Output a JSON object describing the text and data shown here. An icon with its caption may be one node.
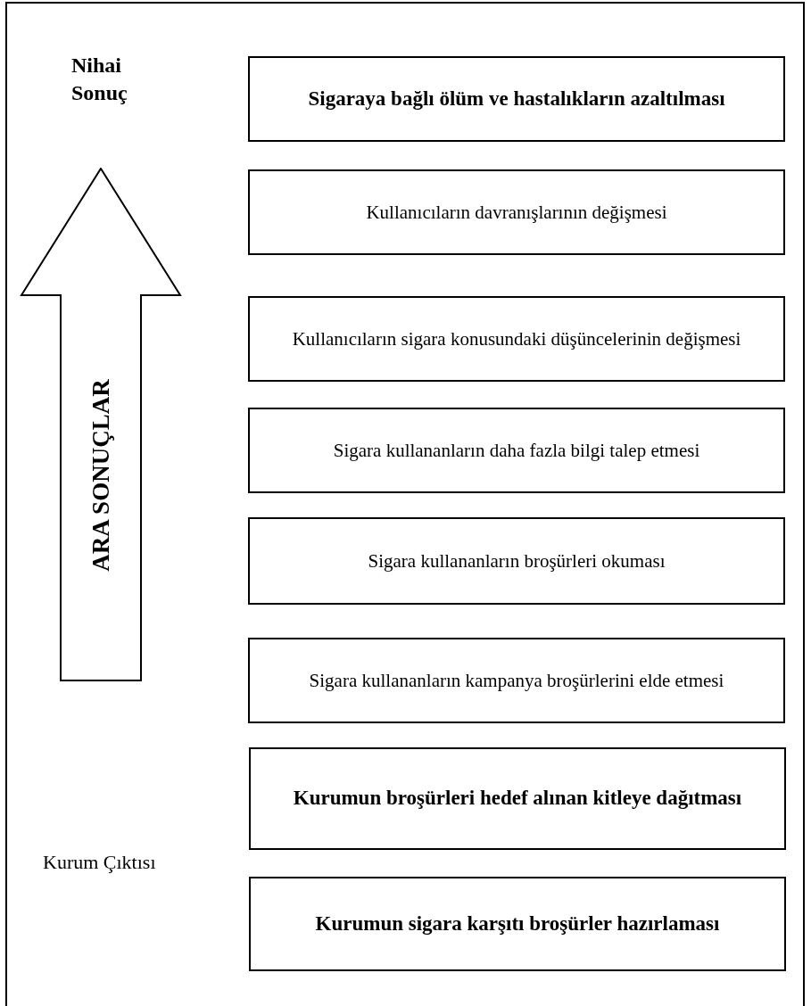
{
  "diagram": {
    "nodes": [
      {
        "text": [
          "Sigaraya bağlı ölüm ve hastalıkların azaltılması"
        ]
      },
      {
        "text": [
          "Kullanıcıların davranışlarının değişmesi"
        ]
      },
      {
        "text": [
          "Kullanıcıların sigara konusundaki düşüncelerinin değişmesi"
        ]
      },
      {
        "text": [
          "Sigara kullananların daha fazla bilgi talep etmesi"
        ]
      },
      {
        "text": [
          "Sigara kullananların broşürleri okuması"
        ]
      },
      {
        "text": [
          "Sigara kullananların kampanya broşürlerini elde etmesi"
        ]
      },
      {
        "text": [
          "Kurumun broşürleri hedef alınan kitleye dağıtması"
        ]
      },
      {
        "text": [
          "Kurumun sigara karşıtı broşürler hazırlaması"
        ]
      },
      {
        "text": [
          "ARA SONUÇLAR"
        ]
      }
    ],
    "labels": [
      "Nihai Sonuç",
      "Kurum Çıktısı"
    ]
  }
}
